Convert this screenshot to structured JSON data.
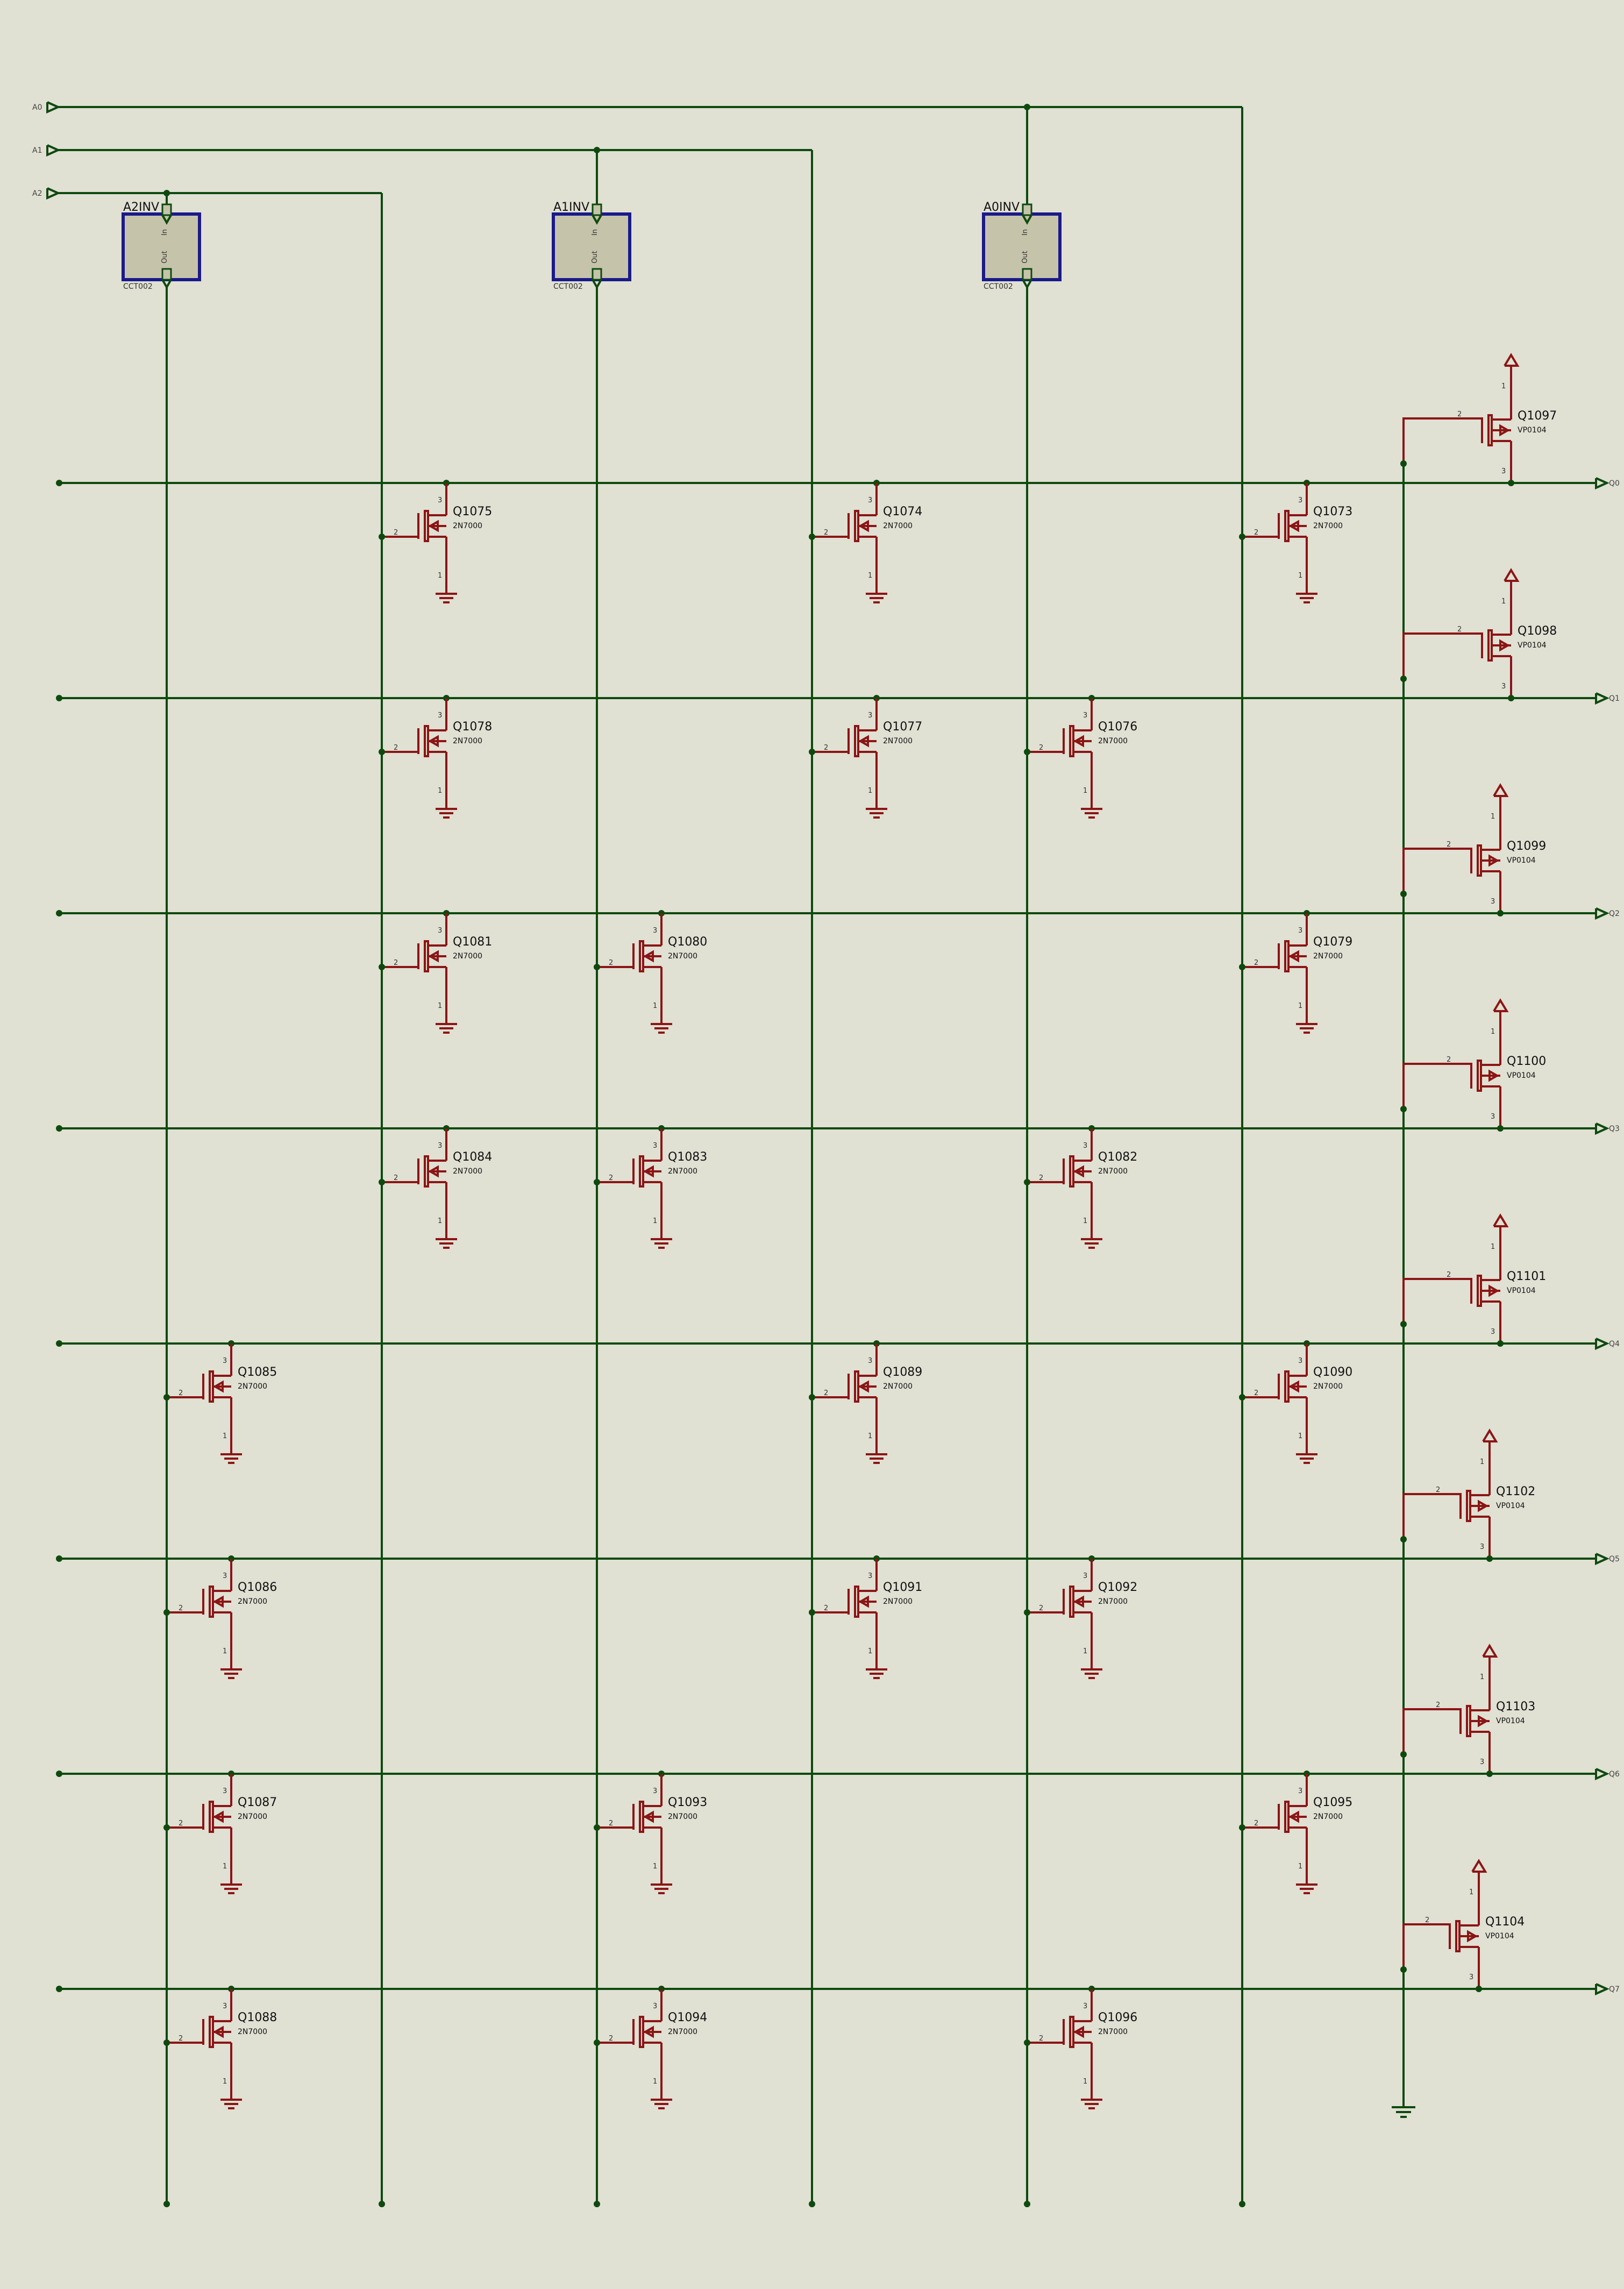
{
  "inputs": [
    "A0",
    "A1",
    "A2"
  ],
  "outputs": [
    "Q0",
    "Q1",
    "Q2",
    "Q3",
    "Q4",
    "Q5",
    "Q6",
    "Q7"
  ],
  "inverters": [
    {
      "ref": "A2INV",
      "value": "CCT002",
      "pin_in": "In",
      "pin_out": "Out"
    },
    {
      "ref": "A1INV",
      "value": "CCT002",
      "pin_in": "In",
      "pin_out": "Out"
    },
    {
      "ref": "A0INV",
      "value": "CCT002",
      "pin_in": "In",
      "pin_out": "Out"
    }
  ],
  "nmos": [
    {
      "ref": "Q1075",
      "value": "2N7000",
      "row": 0,
      "col": 3
    },
    {
      "ref": "Q1074",
      "value": "2N7000",
      "row": 0,
      "col": 5
    },
    {
      "ref": "Q1073",
      "value": "2N7000",
      "row": 0,
      "col": 7
    },
    {
      "ref": "Q1078",
      "value": "2N7000",
      "row": 1,
      "col": 3
    },
    {
      "ref": "Q1077",
      "value": "2N7000",
      "row": 1,
      "col": 5
    },
    {
      "ref": "Q1076",
      "value": "2N7000",
      "row": 1,
      "col": 6
    },
    {
      "ref": "Q1081",
      "value": "2N7000",
      "row": 2,
      "col": 3
    },
    {
      "ref": "Q1080",
      "value": "2N7000",
      "row": 2,
      "col": 4
    },
    {
      "ref": "Q1079",
      "value": "2N7000",
      "row": 2,
      "col": 7
    },
    {
      "ref": "Q1084",
      "value": "2N7000",
      "row": 3,
      "col": 3
    },
    {
      "ref": "Q1083",
      "value": "2N7000",
      "row": 3,
      "col": 4
    },
    {
      "ref": "Q1082",
      "value": "2N7000",
      "row": 3,
      "col": 6
    },
    {
      "ref": "Q1085",
      "value": "2N7000",
      "row": 4,
      "col": 2
    },
    {
      "ref": "Q1089",
      "value": "2N7000",
      "row": 4,
      "col": 5
    },
    {
      "ref": "Q1090",
      "value": "2N7000",
      "row": 4,
      "col": 7
    },
    {
      "ref": "Q1086",
      "value": "2N7000",
      "row": 5,
      "col": 2
    },
    {
      "ref": "Q1091",
      "value": "2N7000",
      "row": 5,
      "col": 5
    },
    {
      "ref": "Q1092",
      "value": "2N7000",
      "row": 5,
      "col": 6
    },
    {
      "ref": "Q1087",
      "value": "2N7000",
      "row": 6,
      "col": 2
    },
    {
      "ref": "Q1093",
      "value": "2N7000",
      "row": 6,
      "col": 4
    },
    {
      "ref": "Q1095",
      "value": "2N7000",
      "row": 6,
      "col": 7
    },
    {
      "ref": "Q1088",
      "value": "2N7000",
      "row": 7,
      "col": 2
    },
    {
      "ref": "Q1094",
      "value": "2N7000",
      "row": 7,
      "col": 4
    },
    {
      "ref": "Q1096",
      "value": "2N7000",
      "row": 7,
      "col": 6
    }
  ],
  "pmos": [
    {
      "ref": "Q1097",
      "value": "VP0104",
      "row": 0
    },
    {
      "ref": "Q1098",
      "value": "VP0104",
      "row": 1
    },
    {
      "ref": "Q1099",
      "value": "VP0104",
      "row": 2
    },
    {
      "ref": "Q1100",
      "value": "VP0104",
      "row": 3
    },
    {
      "ref": "Q1101",
      "value": "VP0104",
      "row": 4
    },
    {
      "ref": "Q1102",
      "value": "VP0104",
      "row": 5
    },
    {
      "ref": "Q1103",
      "value": "VP0104",
      "row": 6
    },
    {
      "ref": "Q1104",
      "value": "VP0104",
      "row": 7
    }
  ],
  "pin_numbers": {
    "gate": "2",
    "drain": "3",
    "source": "1"
  },
  "colors": {
    "background": "#e0e0d3",
    "wire": "#0e4a0e",
    "device": "#8b1515",
    "block_border": "#1a1a8a",
    "block_fill": "#c5c4ab"
  }
}
